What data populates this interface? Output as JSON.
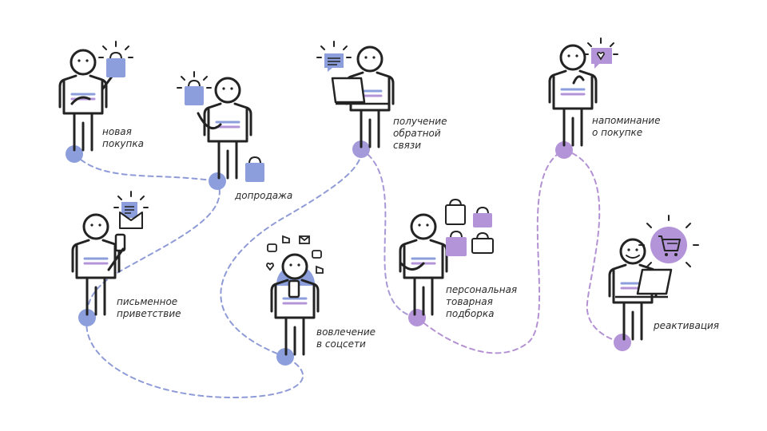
{
  "colors": {
    "blue": "#8c9fdc",
    "blue_dash": "#8f9bd6",
    "purple": "#b494d8",
    "purple_dash": "#b391d2",
    "ink": "#232323"
  },
  "stages": [
    {
      "id": "new-purchase",
      "label_lines": [
        "новая",
        "покупка"
      ],
      "color": "blue",
      "icon": "shopping-bag-icon"
    },
    {
      "id": "upsell",
      "label_lines": [
        "допродажа"
      ],
      "color": "blue",
      "icon": "shopping-bag-icon"
    },
    {
      "id": "welcome-letter",
      "label_lines": [
        "письменное",
        "приветствие"
      ],
      "color": "blue",
      "icon": "envelope-icon"
    },
    {
      "id": "social-engagement",
      "label_lines": [
        "вовлечение",
        "в соцсети"
      ],
      "color": "blue",
      "icon": "social-icons"
    },
    {
      "id": "feedback",
      "label_lines": [
        "получение",
        "обратной",
        "связи"
      ],
      "color": "blue",
      "icon": "chat-bubble-icon"
    },
    {
      "id": "personal-selection",
      "label_lines": [
        "персональная",
        "товарная",
        "подборка"
      ],
      "color": "purple",
      "icon": "shopping-bags-icon"
    },
    {
      "id": "purchase-reminder",
      "label_lines": [
        "напоминание",
        "о покупке"
      ],
      "color": "purple",
      "icon": "heart-message-icon"
    },
    {
      "id": "reactivation",
      "label_lines": [
        "реактивация"
      ],
      "color": "purple",
      "icon": "shopping-cart-icon"
    }
  ]
}
